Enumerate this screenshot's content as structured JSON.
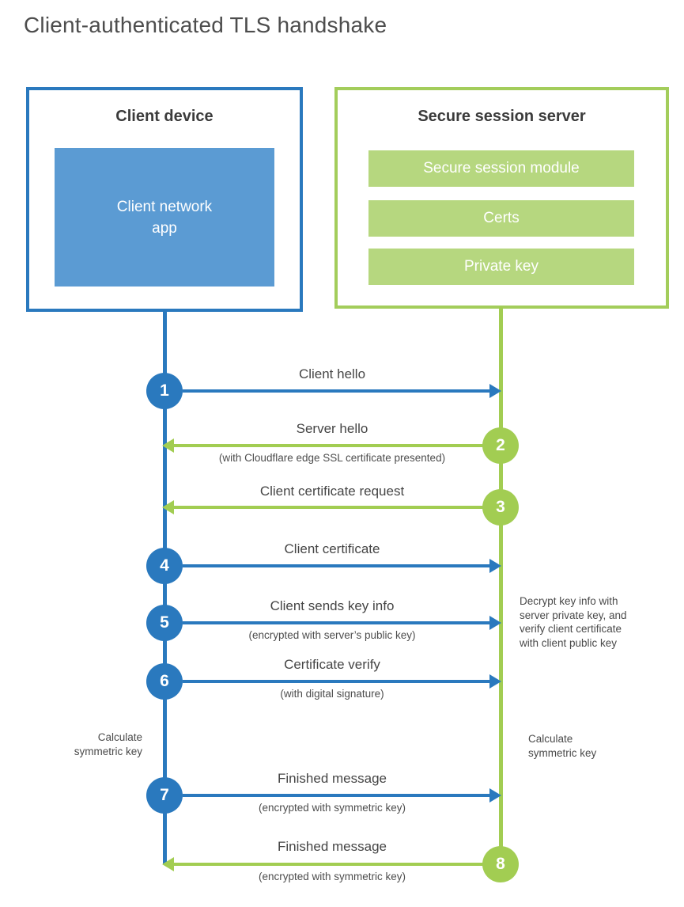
{
  "title": "Client-authenticated TLS handshake",
  "client_box": {
    "title": "Client device",
    "app": {
      "line1": "Client network",
      "line2": "app"
    }
  },
  "server_box": {
    "title": "Secure session server",
    "modules": [
      "Secure session module",
      "Certs",
      "Private key"
    ]
  },
  "steps": [
    {
      "num": "1",
      "label": "Client hello",
      "sub": "",
      "direction": "right",
      "actor": "client"
    },
    {
      "num": "2",
      "label": "Server hello",
      "sub": "(with Cloudflare edge SSL certificate presented)",
      "direction": "left",
      "actor": "server"
    },
    {
      "num": "3",
      "label": "Client certificate request",
      "sub": "",
      "direction": "left",
      "actor": "server"
    },
    {
      "num": "4",
      "label": "Client certificate",
      "sub": "",
      "direction": "right",
      "actor": "client"
    },
    {
      "num": "5",
      "label": "Client sends key info",
      "sub": "(encrypted with server’s public key)",
      "direction": "right",
      "actor": "client"
    },
    {
      "num": "6",
      "label": "Certificate verify",
      "sub": "(with digital signature)",
      "direction": "right",
      "actor": "client"
    },
    {
      "num": "7",
      "label": "Finished message",
      "sub": "(encrypted with symmetric key)",
      "direction": "right",
      "actor": "client"
    },
    {
      "num": "8",
      "label": "Finished message",
      "sub": "(encrypted with symmetric key)",
      "direction": "left",
      "actor": "server"
    }
  ],
  "annotations": {
    "decrypt_note_lines": [
      "Decrypt key info with",
      "server private key, and",
      "verify client certificate",
      "with client public key"
    ],
    "calculate_left_lines": [
      "Calculate",
      "symmetric key"
    ],
    "calculate_right_lines": [
      "Calculate",
      "symmetric key"
    ]
  },
  "colors": {
    "client_accent": "#2a79be",
    "client_fill": "#5b9bd3",
    "server_accent": "#a2cd52",
    "server_fill": "#b6d77f"
  }
}
